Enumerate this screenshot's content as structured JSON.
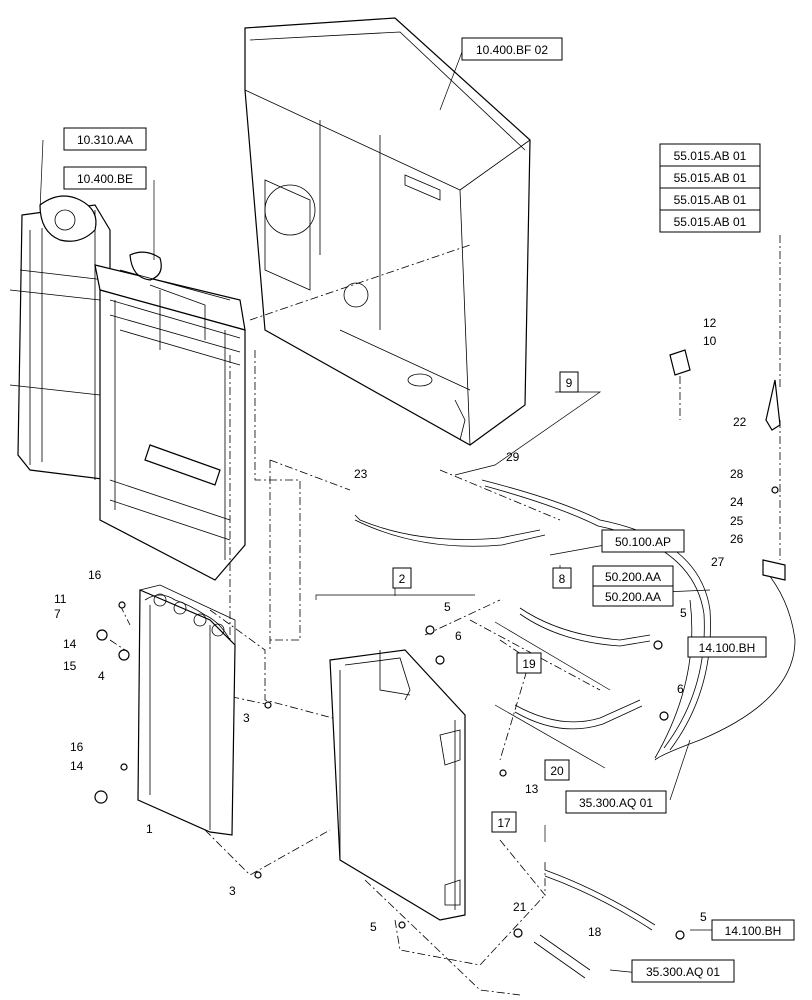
{
  "ref_boxes": [
    {
      "id": "ref-10400bf02",
      "text": "10.400.BF 02"
    },
    {
      "id": "ref-10310aa",
      "text": "10.310.AA"
    },
    {
      "id": "ref-10400be",
      "text": "10.400.BE"
    },
    {
      "id": "ref-55015ab01-a",
      "text": "55.015.AB 01"
    },
    {
      "id": "ref-55015ab01-b",
      "text": "55.015.AB 01"
    },
    {
      "id": "ref-55015ab01-c",
      "text": "55.015.AB 01"
    },
    {
      "id": "ref-55015ab01-d",
      "text": "55.015.AB 01"
    },
    {
      "id": "ref-50100ap",
      "text": "50.100.AP"
    },
    {
      "id": "ref-50200aa-a",
      "text": "50.200.AA"
    },
    {
      "id": "ref-50200aa-b",
      "text": "50.200.AA"
    },
    {
      "id": "ref-14100bh-a",
      "text": "14.100.BH"
    },
    {
      "id": "ref-14100bh-b",
      "text": "14.100.BH"
    },
    {
      "id": "ref-35300aq01-a",
      "text": "35.300.AQ 01"
    },
    {
      "id": "ref-35300aq01-b",
      "text": "35.300.AQ 01"
    },
    {
      "id": "ref-9",
      "text": "9"
    },
    {
      "id": "ref-2",
      "text": "2"
    },
    {
      "id": "ref-8",
      "text": "8"
    },
    {
      "id": "ref-19",
      "text": "19"
    },
    {
      "id": "ref-20",
      "text": "20"
    },
    {
      "id": "ref-17",
      "text": "17"
    }
  ],
  "callouts": [
    {
      "id": "c12",
      "text": "12"
    },
    {
      "id": "c10",
      "text": "10"
    },
    {
      "id": "c22",
      "text": "22"
    },
    {
      "id": "c28",
      "text": "28"
    },
    {
      "id": "c24",
      "text": "24"
    },
    {
      "id": "c25",
      "text": "25"
    },
    {
      "id": "c26",
      "text": "26"
    },
    {
      "id": "c27",
      "text": "27"
    },
    {
      "id": "c29",
      "text": "29"
    },
    {
      "id": "c23",
      "text": "23"
    },
    {
      "id": "c11",
      "text": "11"
    },
    {
      "id": "c16a",
      "text": "16"
    },
    {
      "id": "c7",
      "text": "7"
    },
    {
      "id": "c14a",
      "text": "14"
    },
    {
      "id": "c15",
      "text": "15"
    },
    {
      "id": "c4",
      "text": "4"
    },
    {
      "id": "c5a",
      "text": "5"
    },
    {
      "id": "c6a",
      "text": "6"
    },
    {
      "id": "c5b",
      "text": "5"
    },
    {
      "id": "c6b",
      "text": "6"
    },
    {
      "id": "c3a",
      "text": "3"
    },
    {
      "id": "c16b",
      "text": "16"
    },
    {
      "id": "c14b",
      "text": "14"
    },
    {
      "id": "c13",
      "text": "13"
    },
    {
      "id": "c1",
      "text": "1"
    },
    {
      "id": "c3b",
      "text": "3"
    },
    {
      "id": "c21",
      "text": "21"
    },
    {
      "id": "c18",
      "text": "18"
    },
    {
      "id": "c5c",
      "text": "5"
    },
    {
      "id": "c5d",
      "text": "5"
    }
  ]
}
